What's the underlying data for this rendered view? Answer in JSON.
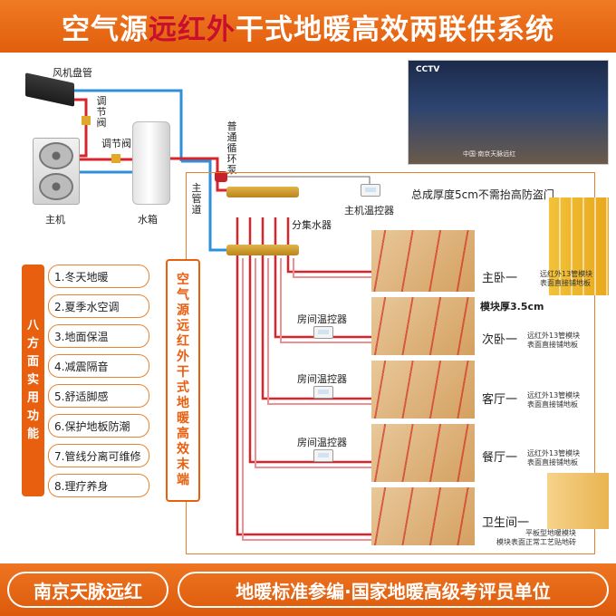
{
  "title": {
    "before": "空气源",
    "highlight": "远红外",
    "after": "干式地暖高效两联供系统"
  },
  "colors": {
    "accent": "#e95f10",
    "hot_pipe": "#d8242c",
    "cold_pipe": "#2f8fd8",
    "highlight_text": "#c8102e"
  },
  "diagram": {
    "fan_coil": "风机盘管",
    "valve_vertical": "调节阀",
    "valve": "调节阀",
    "main_unit": "主机",
    "water_tank": "水箱",
    "pump": "普通循环泵",
    "main_pipe": "主管道",
    "manifold": "分集水器",
    "main_thermostat": "主机温控器",
    "room_thermostat": "房间温控器"
  },
  "tv": {
    "logo": "CCTV",
    "caption": "中国·南京天脉远红"
  },
  "spec": {
    "thickness_note": "总成厚度5cm不需抬高防盗门",
    "module_thickness": "模块厚3.5cm"
  },
  "rooms": [
    {
      "name": "主卧一",
      "note_line1": "远红外13管模块",
      "note_line2": "表面直接铺地板"
    },
    {
      "name": "次卧一",
      "note_line1": "远红外13管模块",
      "note_line2": "表面直接铺地板"
    },
    {
      "name": "客厅一",
      "note_line1": "远红外13管模块",
      "note_line2": "表面直接铺地板"
    },
    {
      "name": "餐厅一",
      "note_line1": "远红外13管模块",
      "note_line2": "表面直接铺地板"
    },
    {
      "name": "卫生间一",
      "note_line1": "平板型地暖模块",
      "note_line2": "模块表面正常工艺贴地砖"
    }
  ],
  "functions": {
    "heading": "八方面实用功能",
    "items": [
      "1.冬天地暖",
      "2.夏季水空调",
      "3.地面保温",
      "4.减震隔音",
      "5.舒适脚感",
      "6.保护地板防潮",
      "7.管线分离可维修",
      "8.理疗养身"
    ]
  },
  "vertical_title": "空气源远红外干式地暖高效末端",
  "footer": {
    "left": "南京天脉远红",
    "right": "地暖标准参编·国家地暖高级考评员单位"
  }
}
